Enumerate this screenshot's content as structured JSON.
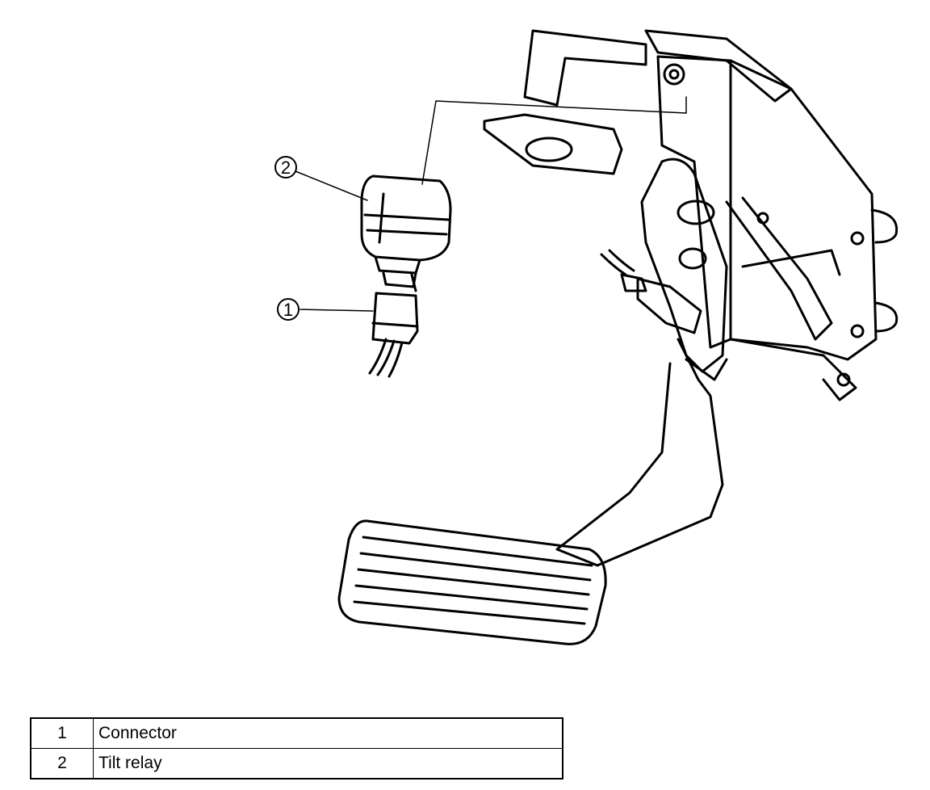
{
  "callouts": [
    {
      "number": "1"
    },
    {
      "number": "2"
    }
  ],
  "legend": {
    "rows": [
      {
        "number": "1",
        "label": "Connector"
      },
      {
        "number": "2",
        "label": "Tilt relay"
      }
    ]
  }
}
